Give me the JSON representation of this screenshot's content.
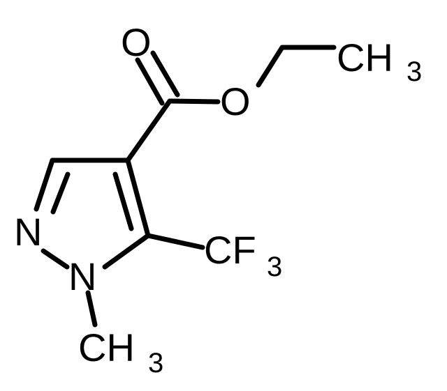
{
  "molecule": {
    "atoms": {
      "carbonyl_o": "O",
      "ester_o": "O",
      "ring_n2": "N",
      "ring_n1": "N",
      "ethyl_ch3": {
        "main": "CH",
        "sub": "3"
      },
      "cf3": {
        "main": "CF",
        "sub": "3"
      },
      "n_methyl": {
        "main": "CH",
        "sub": "3"
      }
    },
    "colors": {
      "ink": "#000000",
      "background": "#ffffff"
    }
  }
}
